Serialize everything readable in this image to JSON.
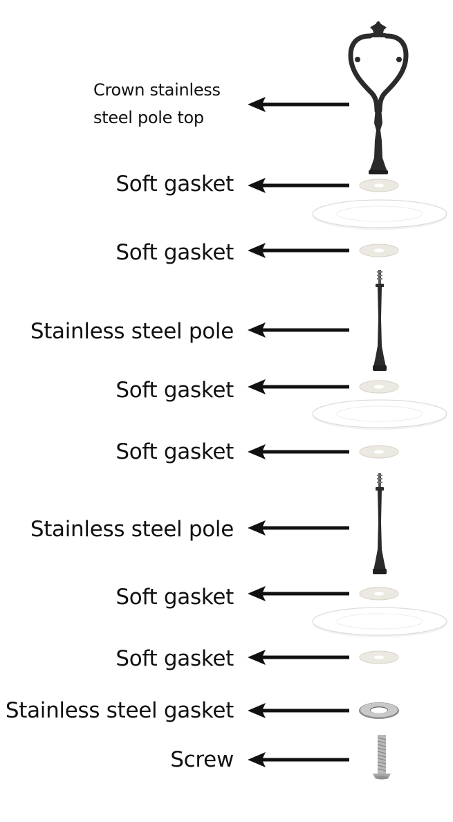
{
  "parts": [
    {
      "id": "crown-top",
      "label_lines": [
        "Crown stainless",
        "steel pole top"
      ]
    },
    {
      "id": "gasket-1",
      "label": "Soft gasket"
    },
    {
      "id": "gasket-2",
      "label": "Soft gasket"
    },
    {
      "id": "pole-1",
      "label": "Stainless steel pole"
    },
    {
      "id": "gasket-3",
      "label": "Soft gasket"
    },
    {
      "id": "gasket-4",
      "label": "Soft gasket"
    },
    {
      "id": "pole-2",
      "label": "Stainless steel pole"
    },
    {
      "id": "gasket-5",
      "label": "Soft gasket"
    },
    {
      "id": "gasket-6",
      "label": "Soft gasket"
    },
    {
      "id": "steel-gasket",
      "label": "Stainless steel gasket"
    },
    {
      "id": "screw",
      "label": "Screw"
    }
  ],
  "colors": {
    "pole": "#2b2b2b",
    "gasket": "#ece9e2",
    "plate": "#ffffff",
    "plate_edge": "#dcdcdc",
    "metal": "#9a9a9a",
    "arrow": "#111111"
  }
}
